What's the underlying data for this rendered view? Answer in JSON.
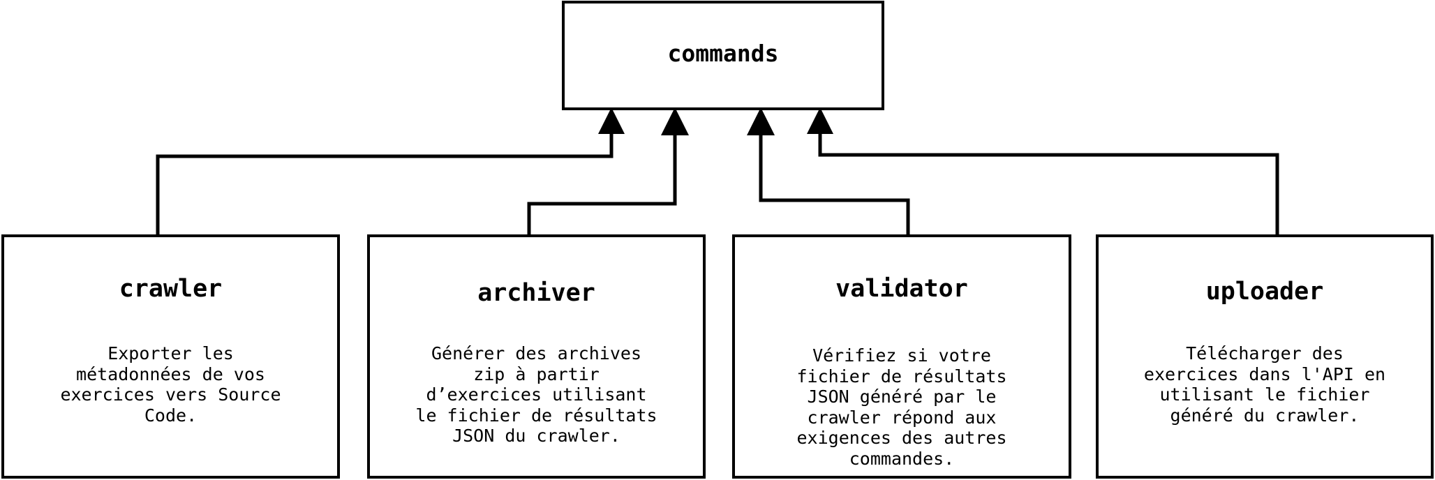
{
  "diagram": {
    "root": {
      "label": "commands"
    },
    "children": [
      {
        "id": "crawler",
        "title": "crawler",
        "description": "Exporter les\nmétadonnées de vos\nexercices vers Source\nCode."
      },
      {
        "id": "archiver",
        "title": "archiver",
        "description": "Générer des archives\nzip à partir\nd’exercices utilisant\nle fichier de résultats\nJSON du crawler."
      },
      {
        "id": "validator",
        "title": "validator",
        "description": "Vérifiez si votre\nfichier de résultats\nJSON généré par le\ncrawler répond aux\nexigences des autres\ncommandes."
      },
      {
        "id": "uploader",
        "title": "uploader",
        "description": "Télécharger des\nexercices dans l'API en\nutilisant le fichier\ngénéré du crawler."
      }
    ],
    "colors": {
      "stroke": "#000000",
      "background": "#ffffff"
    }
  }
}
